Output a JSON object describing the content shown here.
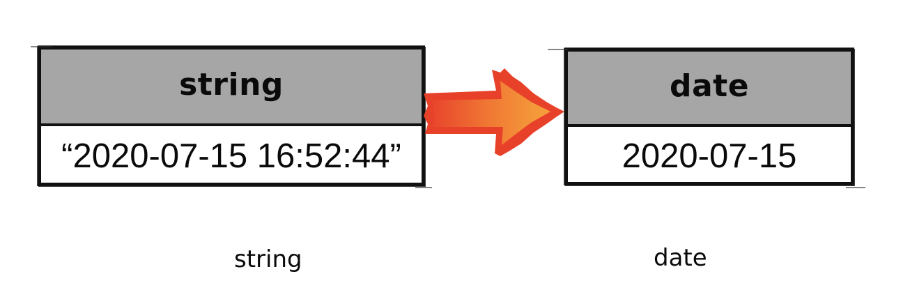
{
  "source_table": {
    "header": "string",
    "value": "“2020-07-15 16:52:44”"
  },
  "target_table": {
    "header": "date",
    "value": "2020-07-15"
  },
  "captions": {
    "source": "string",
    "target": "date"
  },
  "colors": {
    "header_fill": "#a6a6a6",
    "arrow_fill": "#f39a3a",
    "arrow_outline": "#e8412a",
    "border": "#111111"
  },
  "icons": {
    "conversion_arrow": "right-arrow-icon"
  }
}
